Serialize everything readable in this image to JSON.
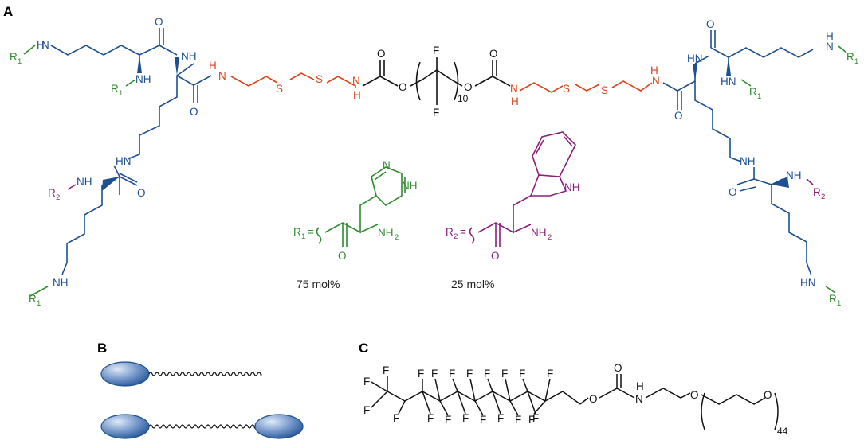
{
  "panels": {
    "a": "A",
    "b": "B",
    "c": "C"
  },
  "atoms": {
    "N": "N",
    "H": "H",
    "O": "O",
    "S": "S",
    "F": "F",
    "HN": "HN",
    "NH": "NH",
    "R": "R",
    "sub1": "1",
    "sub2": "2",
    "NH2": "NH",
    "sub_h2": "2",
    "eq": "=",
    "ten": "10",
    "fortyfour": "44"
  },
  "captions": {
    "r1_ratio": "75 mol%",
    "r2_ratio": "25 mol%"
  },
  "colors": {
    "lysine": "#1d4f91",
    "r1": "#2e8b2e",
    "linker": "#d8441c",
    "r2": "#8a1f7a",
    "core": "#111111",
    "blob_dark": "#1d4f91",
    "blob_light": "#cfe0f5"
  },
  "icons": {
    "head_group": "ellipsoid-head-icon",
    "tail": "wavy-tail-icon",
    "wavy_bond": "wavy-bond-icon"
  }
}
